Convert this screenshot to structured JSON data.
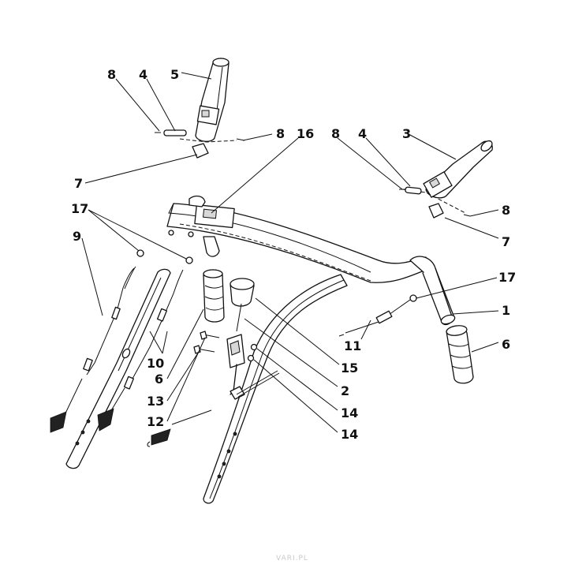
{
  "callouts": {
    "c1": "1",
    "c2": "2",
    "c3": "3",
    "c4a": "4",
    "c4b": "4",
    "c5": "5",
    "c6a": "6",
    "c6b": "6",
    "c7a": "7",
    "c7b": "7",
    "c8a": "8",
    "c8b": "8",
    "c8c": "8",
    "c8d": "8",
    "c9": "9",
    "c10": "10",
    "c11": "11",
    "c12": "12",
    "c13": "13",
    "c14a": "14",
    "c14b": "14",
    "c15": "15",
    "c16": "16",
    "c17a": "17",
    "c17b": "17"
  },
  "watermark": "VARI.PL",
  "colors": {
    "line": "#111111",
    "background": "#ffffff",
    "watermark": "#c9c9c9"
  }
}
